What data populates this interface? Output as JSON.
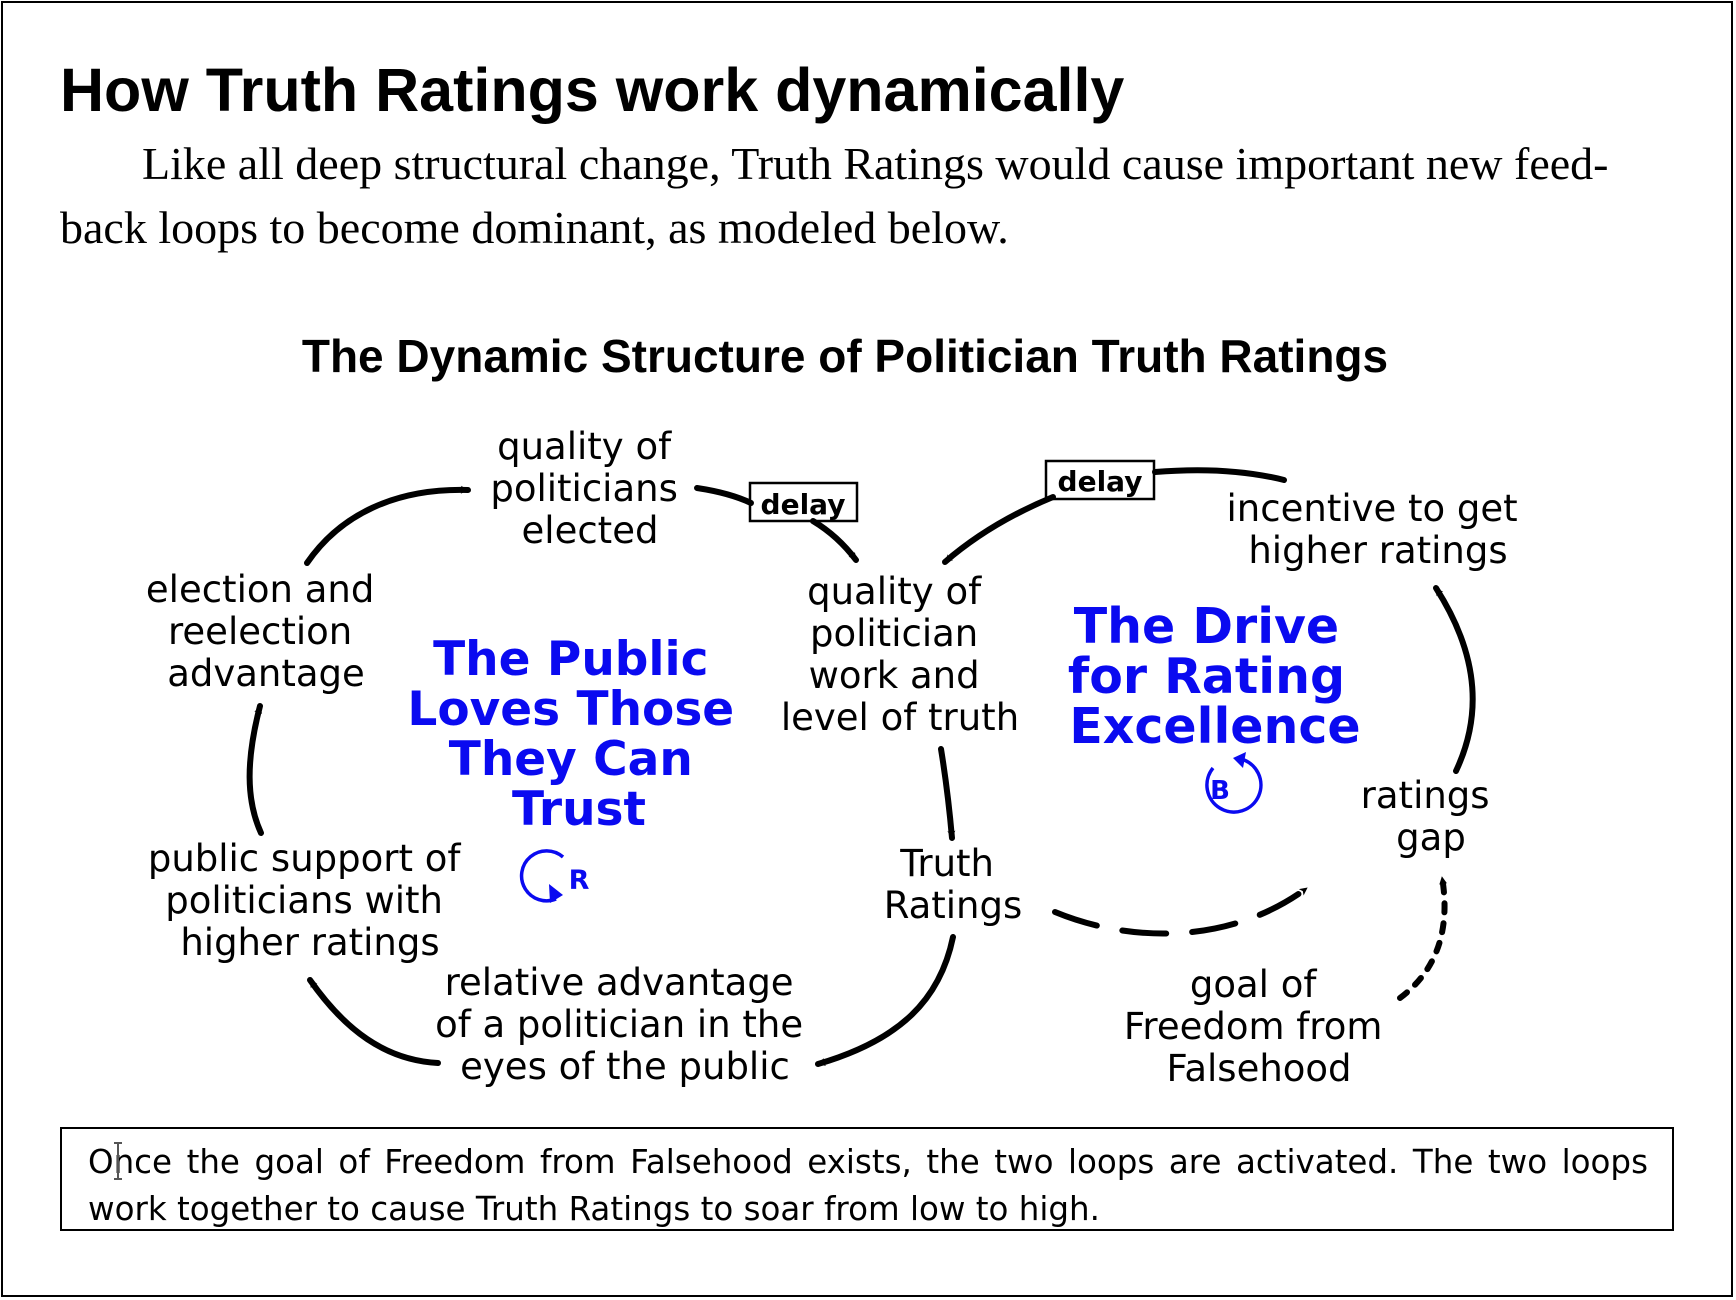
{
  "heading": "How Truth Ratings work dynamically",
  "intro": {
    "line1": "Like all deep structural change, Truth Ratings would cause important new feed-",
    "line2": "back loops to become dominant, as modeled below."
  },
  "diagram": {
    "title": "The Dynamic Structure of Politician Truth Ratings",
    "nodes": {
      "quality_elected": [
        "quality of",
        "politicians",
        "elected"
      ],
      "quality_work": [
        "quality of",
        "politician",
        "work and",
        "level of truth"
      ],
      "incentive": [
        "incentive to get",
        "higher ratings"
      ],
      "election_adv": [
        "election and",
        "reelection",
        "advantage"
      ],
      "public_support": [
        "public support of",
        "politicians with",
        "higher ratings"
      ],
      "relative_adv": [
        "relative advantage",
        "of a politician in the",
        "eyes of the public"
      ],
      "truth_ratings": [
        "Truth",
        "Ratings"
      ],
      "ratings_gap": [
        "ratings",
        "gap"
      ],
      "goal": [
        "goal of",
        "Freedom from",
        "Falsehood"
      ]
    },
    "delay_label_1": "delay",
    "delay_label_2": "delay",
    "loop_reinforcing": {
      "title": [
        "The Public",
        "Loves Those",
        "They Can",
        "Trust"
      ],
      "marker": "R"
    },
    "loop_balancing": {
      "title": [
        "The Drive",
        "for Rating",
        "Excellence"
      ],
      "marker": "B"
    },
    "colors": {
      "loop_title": "#0a0af0",
      "text": "#000000"
    }
  },
  "caption": "Once the goal of Freedom from Falsehood exists, the two loops are activated. The two loops work together to cause Truth Ratings to soar from low to high."
}
